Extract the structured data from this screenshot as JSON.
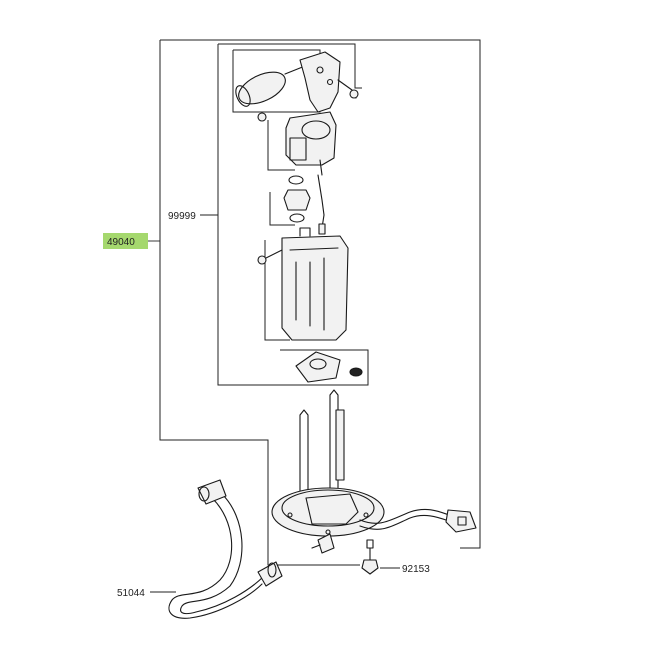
{
  "parts": {
    "main_assembly": "49040",
    "pump_unit": "99999",
    "hose": "51044",
    "bolt": "92153"
  },
  "colors": {
    "highlight_label": "#a5d86e",
    "line": "#1a1a1a"
  }
}
